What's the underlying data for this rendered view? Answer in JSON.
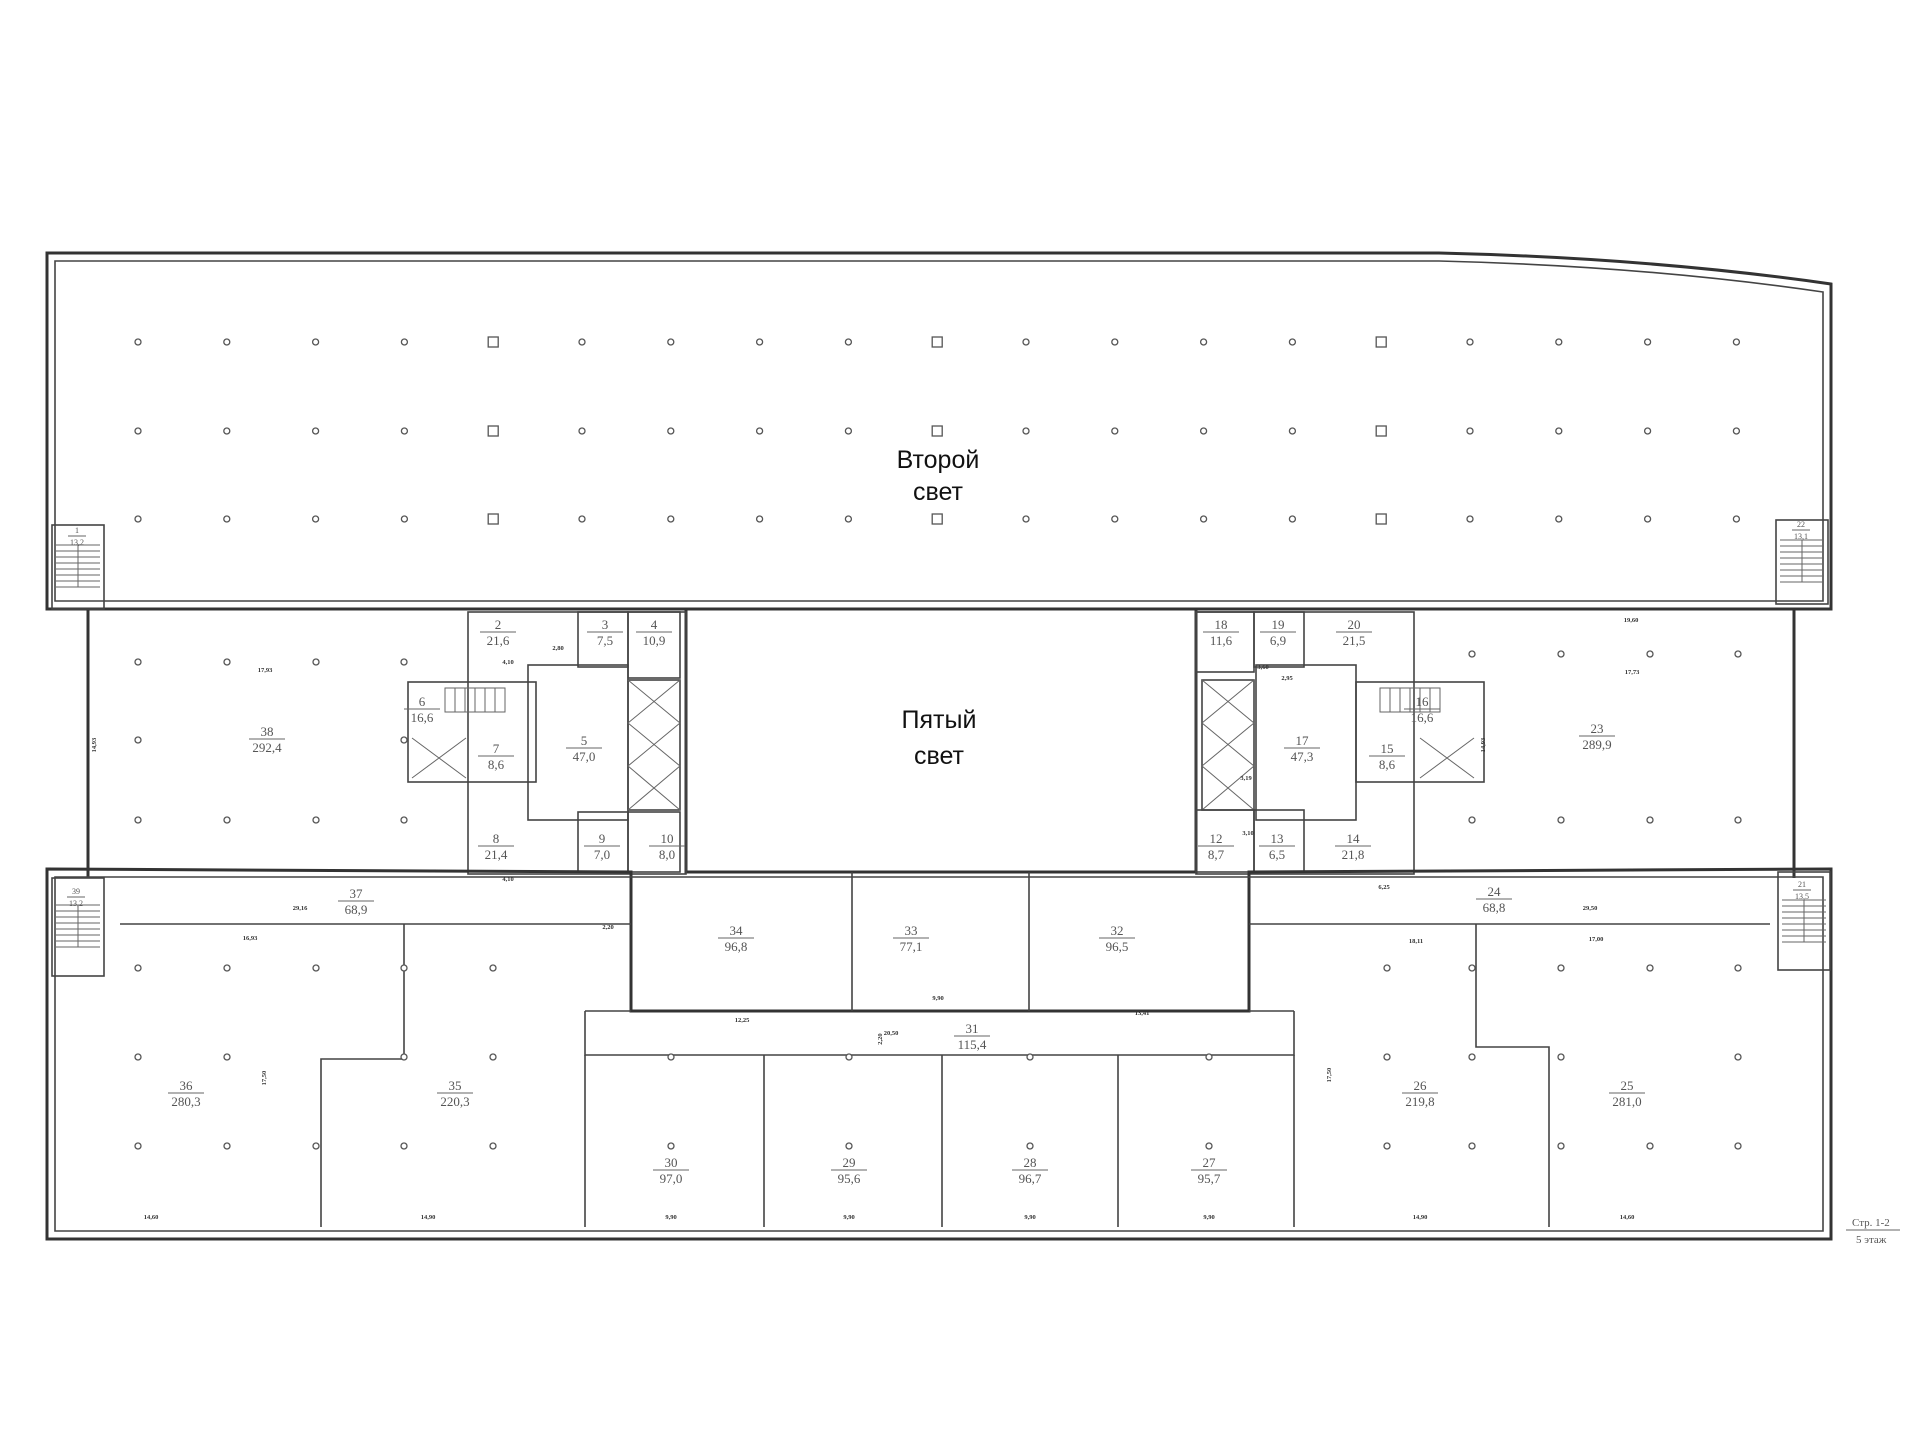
{
  "plan": {
    "void_labels": {
      "second_light": [
        "Второй",
        "свет"
      ],
      "fifth_light": [
        "Пятый",
        "свет"
      ]
    },
    "sheet": {
      "page": "Стр. 1-2",
      "floor": "5 этаж"
    },
    "rooms": [
      {
        "no": "1",
        "area": "13,2"
      },
      {
        "no": "2",
        "area": "21,6"
      },
      {
        "no": "3",
        "area": "7,5"
      },
      {
        "no": "4",
        "area": "10,9"
      },
      {
        "no": "5",
        "area": "47,0"
      },
      {
        "no": "6",
        "area": "16,6"
      },
      {
        "no": "7",
        "area": "8,6"
      },
      {
        "no": "8",
        "area": "21,4"
      },
      {
        "no": "9",
        "area": "7,0"
      },
      {
        "no": "10",
        "area": "8,0"
      },
      {
        "no": "12",
        "area": "8,7"
      },
      {
        "no": "13",
        "area": "6,5"
      },
      {
        "no": "14",
        "area": "21,8"
      },
      {
        "no": "15",
        "area": "8,6"
      },
      {
        "no": "16",
        "area": "16,6"
      },
      {
        "no": "17",
        "area": "47,3"
      },
      {
        "no": "18",
        "area": "11,6"
      },
      {
        "no": "19",
        "area": "6,9"
      },
      {
        "no": "20",
        "area": "21,5"
      },
      {
        "no": "21",
        "area": "13,5"
      },
      {
        "no": "22",
        "area": "13,1"
      },
      {
        "no": "23",
        "area": "289,9"
      },
      {
        "no": "24",
        "area": "68,8"
      },
      {
        "no": "25",
        "area": "281,0"
      },
      {
        "no": "26",
        "area": "219,8"
      },
      {
        "no": "27",
        "area": "95,7"
      },
      {
        "no": "28",
        "area": "96,7"
      },
      {
        "no": "29",
        "area": "95,6"
      },
      {
        "no": "30",
        "area": "97,0"
      },
      {
        "no": "31",
        "area": "115,4"
      },
      {
        "no": "32",
        "area": "96,5"
      },
      {
        "no": "33",
        "area": "77,1"
      },
      {
        "no": "34",
        "area": "96,8"
      },
      {
        "no": "35",
        "area": "220,3"
      },
      {
        "no": "36",
        "area": "280,3"
      },
      {
        "no": "37",
        "area": "68,9"
      },
      {
        "no": "38",
        "area": "292,4"
      },
      {
        "no": "39",
        "area": "13,2"
      }
    ],
    "dimensions": [
      "17,93",
      "14,93",
      "29,16",
      "16,93",
      "14,60",
      "14,90",
      "9,90",
      "9,90",
      "9,90",
      "9,90",
      "14,90",
      "14,60",
      "12,25",
      "9,90",
      "13,41",
      "20,50",
      "29,50",
      "17,00",
      "18,11",
      "19,60",
      "17,73",
      "14,93",
      "17,50",
      "17,50",
      "2,20",
      "2,20",
      "4,10",
      "4,10",
      "2,80",
      "3,60",
      "2,95",
      "3,19",
      "3,10",
      "6,25"
    ]
  }
}
